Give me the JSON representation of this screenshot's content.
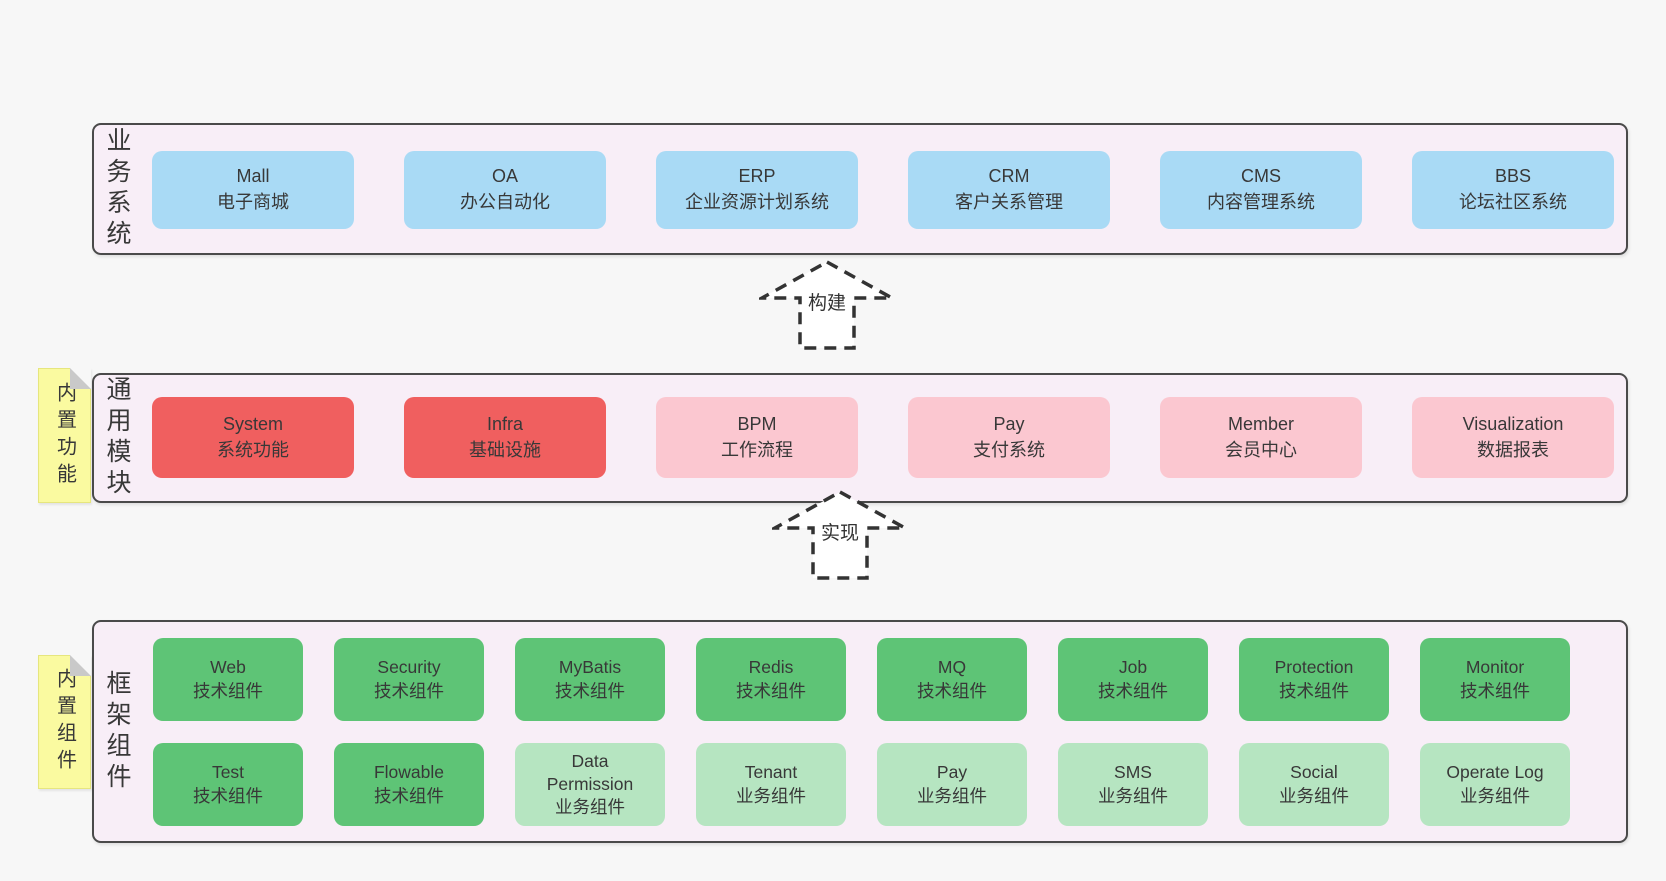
{
  "palette": {
    "page_bg": "#f7f7f7",
    "layer_bg": "#f8eef7",
    "layer_border": "#4a4a4a",
    "blue": "#a9daf5",
    "red": "#f05f5f",
    "pink": "#fbc7d0",
    "green": "#5ec476",
    "green_light": "#b6e5c1",
    "note_yellow": "#fafaa0",
    "note_fold": "#c9c9c9",
    "text": "#383838",
    "arrow_stroke": "#333333"
  },
  "arrows": [
    {
      "label": "构建"
    },
    {
      "label": "实现"
    }
  ],
  "layers": [
    {
      "label": "业务系统",
      "boxes": [
        {
          "name": "Mall",
          "subtitle": "电子商城",
          "variant": "blue"
        },
        {
          "name": "OA",
          "subtitle": "办公自动化",
          "variant": "blue"
        },
        {
          "name": "ERP",
          "subtitle": "企业资源计划系统",
          "variant": "blue"
        },
        {
          "name": "CRM",
          "subtitle": "客户关系管理",
          "variant": "blue"
        },
        {
          "name": "CMS",
          "subtitle": "内容管理系统",
          "variant": "blue"
        },
        {
          "name": "BBS",
          "subtitle": "论坛社区系统",
          "variant": "blue"
        }
      ]
    },
    {
      "label": "通用模块",
      "note": "内置功能",
      "boxes": [
        {
          "name": "System",
          "subtitle": "系统功能",
          "variant": "red"
        },
        {
          "name": "Infra",
          "subtitle": "基础设施",
          "variant": "red"
        },
        {
          "name": "BPM",
          "subtitle": "工作流程",
          "variant": "pink"
        },
        {
          "name": "Pay",
          "subtitle": "支付系统",
          "variant": "pink"
        },
        {
          "name": "Member",
          "subtitle": "会员中心",
          "variant": "pink"
        },
        {
          "name": "Visualization",
          "subtitle": "数据报表",
          "variant": "pink"
        }
      ]
    },
    {
      "label": "框架组件",
      "note": "内置组件",
      "rows": [
        [
          {
            "name": "Web",
            "subtitle": "技术组件",
            "variant": "green"
          },
          {
            "name": "Security",
            "subtitle": "技术组件",
            "variant": "green"
          },
          {
            "name": "MyBatis",
            "subtitle": "技术组件",
            "variant": "green"
          },
          {
            "name": "Redis",
            "subtitle": "技术组件",
            "variant": "green"
          },
          {
            "name": "MQ",
            "subtitle": "技术组件",
            "variant": "green"
          },
          {
            "name": "Job",
            "subtitle": "技术组件",
            "variant": "green"
          },
          {
            "name": "Protection",
            "subtitle": "技术组件",
            "variant": "green"
          },
          {
            "name": "Monitor",
            "subtitle": "技术组件",
            "variant": "green"
          }
        ],
        [
          {
            "name": "Test",
            "subtitle": "技术组件",
            "variant": "green"
          },
          {
            "name": "Flowable",
            "subtitle": "技术组件",
            "variant": "green"
          },
          {
            "name": "Data Permission",
            "subtitle": "业务组件",
            "variant": "green_light"
          },
          {
            "name": "Tenant",
            "subtitle": "业务组件",
            "variant": "green_light"
          },
          {
            "name": "Pay",
            "subtitle": "业务组件",
            "variant": "green_light"
          },
          {
            "name": "SMS",
            "subtitle": "业务组件",
            "variant": "green_light"
          },
          {
            "name": "Social",
            "subtitle": "业务组件",
            "variant": "green_light"
          },
          {
            "name": "Operate Log",
            "subtitle": "业务组件",
            "variant": "green_light"
          }
        ]
      ]
    }
  ]
}
